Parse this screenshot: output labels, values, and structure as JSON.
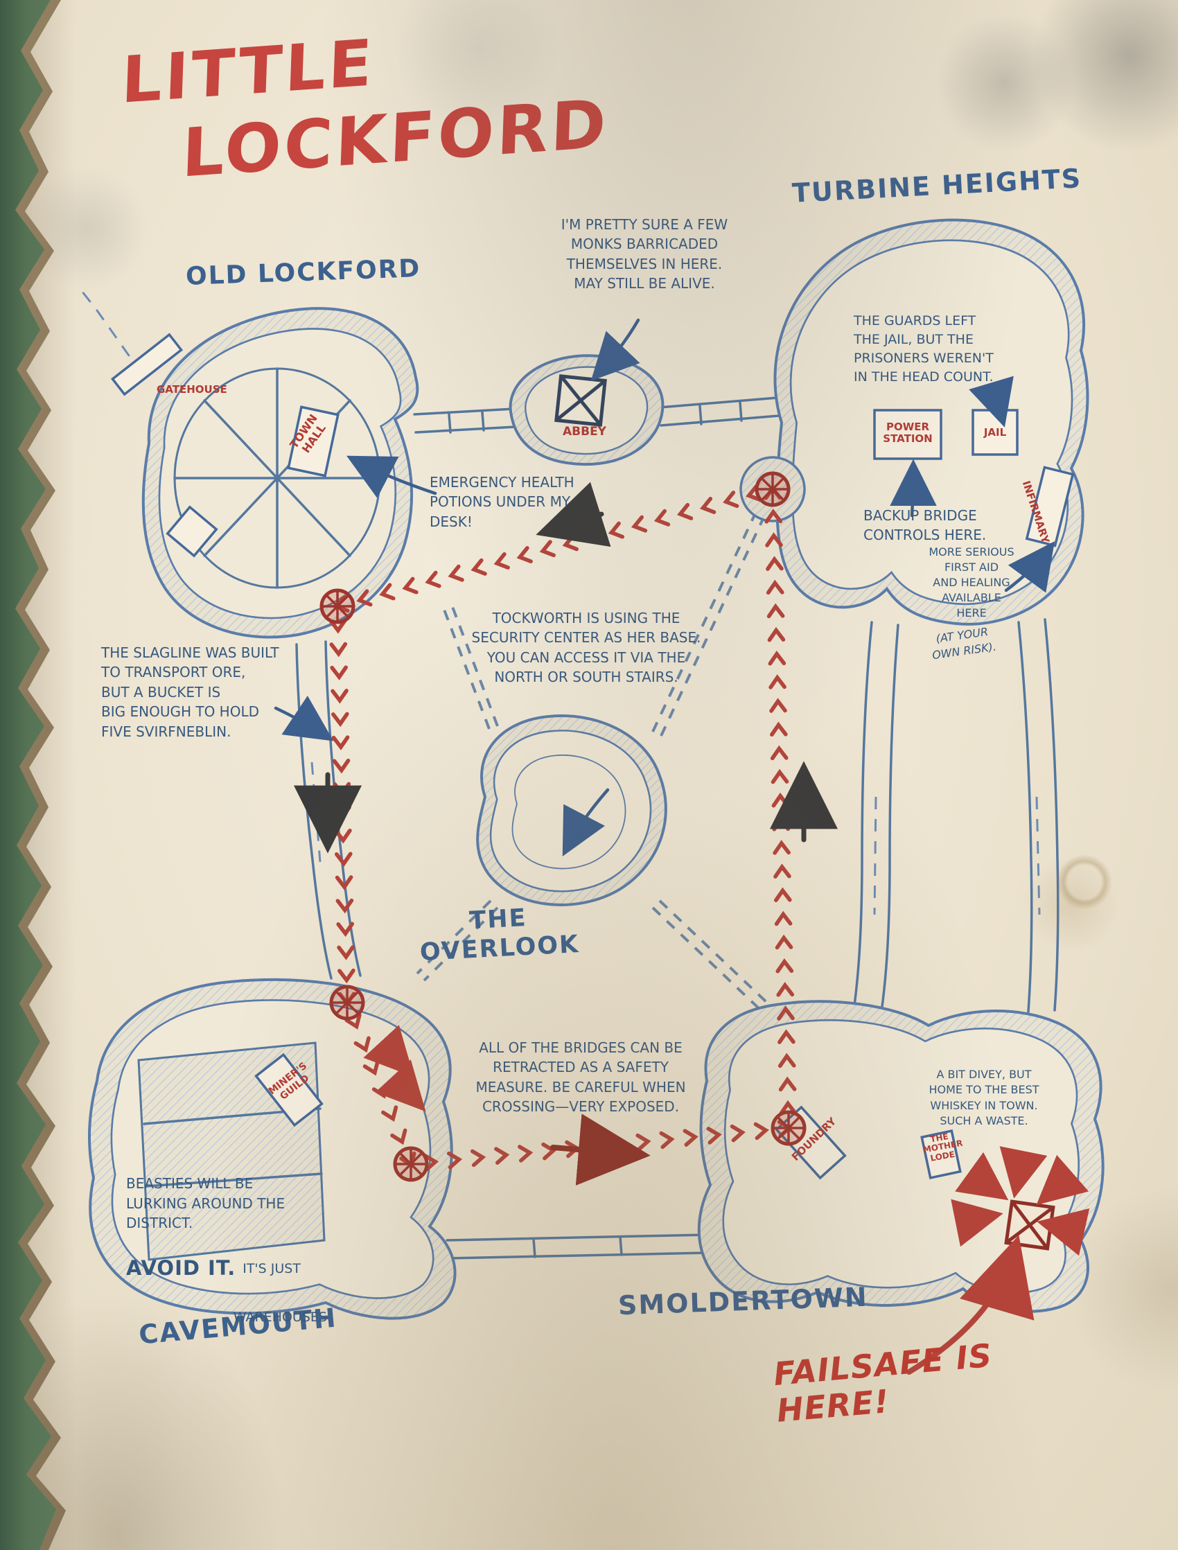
{
  "title": {
    "line1": "LITTLE",
    "line2": "LOCKFORD"
  },
  "districts": {
    "old_lockford": "OLD LOCKFORD",
    "turbine_heights": "TURBINE HEIGHTS",
    "overlook": "THE\nOVERLOOK",
    "cavemouth": "CAVEMOUTH",
    "smoldertown": "SMOLDERTOWN"
  },
  "locations": {
    "gatehouse": "GATEHOUSE",
    "town_hall": "TOWN\nHALL",
    "abbey": "ABBEY",
    "power_station": "POWER\nSTATION",
    "jail": "JAIL",
    "infirmary": "INFIRMARY",
    "miners_guild": "MINER'S\nGUILD",
    "foundry": "FOUNDRY",
    "mother_lode": "THE\nMOTHER\nLODE"
  },
  "annotations": {
    "monks": {
      "text": "I'M PRETTY SURE A FEW\nMONKS BARRICADED\nTHEMSELVES IN HERE.\nMAY STILL BE ALIVE."
    },
    "guards": {
      "text": "THE GUARDS LEFT\nTHE JAIL, BUT THE\nPRISONERS WEREN'T\nIN THE HEAD COUNT."
    },
    "potions": {
      "text": "EMERGENCY HEALTH\nPOTIONS UNDER MY\nDESK!"
    },
    "bridge_controls": {
      "text": "BACKUP BRIDGE\nCONTROLS HERE."
    },
    "first_aid": {
      "text": "MORE SERIOUS\nFIRST AID\nAND HEALING\nAVAILABLE\nHERE",
      "risk": "(AT YOUR\nOWN RISK)."
    },
    "slagline": {
      "text": "THE SLAGLINE WAS BUILT\nTO TRANSPORT ORE,\nBUT A BUCKET IS\nBIG ENOUGH TO HOLD\nFIVE SVIRFNEBLIN."
    },
    "tockworth": {
      "text": "TOCKWORTH IS USING THE\nSECURITY CENTER AS HER BASE.\nYOU CAN ACCESS IT VIA THE\nNORTH OR SOUTH STAIRS."
    },
    "bridges": {
      "text": "ALL OF THE BRIDGES CAN BE\nRETRACTED AS A SAFETY\nMEASURE. BE CAREFUL WHEN\nCROSSING—VERY EXPOSED."
    },
    "beasties": {
      "intro": "BEASTIES WILL BE\nLURKING AROUND THE\nDISTRICT.",
      "emphasis": "AVOID IT.",
      "tail1": "IT'S JUST",
      "tail2": "WAREHOUSES."
    },
    "divey": {
      "text": "A BIT DIVEY, BUT\nHOME TO THE BEST\nWHISKEY IN TOWN.\nSUCH A WASTE."
    },
    "failsafe": {
      "text": "FAILSAFE IS HERE!"
    }
  },
  "colors": {
    "ink_blue": "#3c5f8e",
    "ink_red": "#b5433a",
    "title_red": "#c6453e",
    "dark_red": "#8e3028",
    "pencil_black": "#3b3b3b",
    "paper": "#ece3cf",
    "backdrop_green": "#5d7a5c"
  }
}
